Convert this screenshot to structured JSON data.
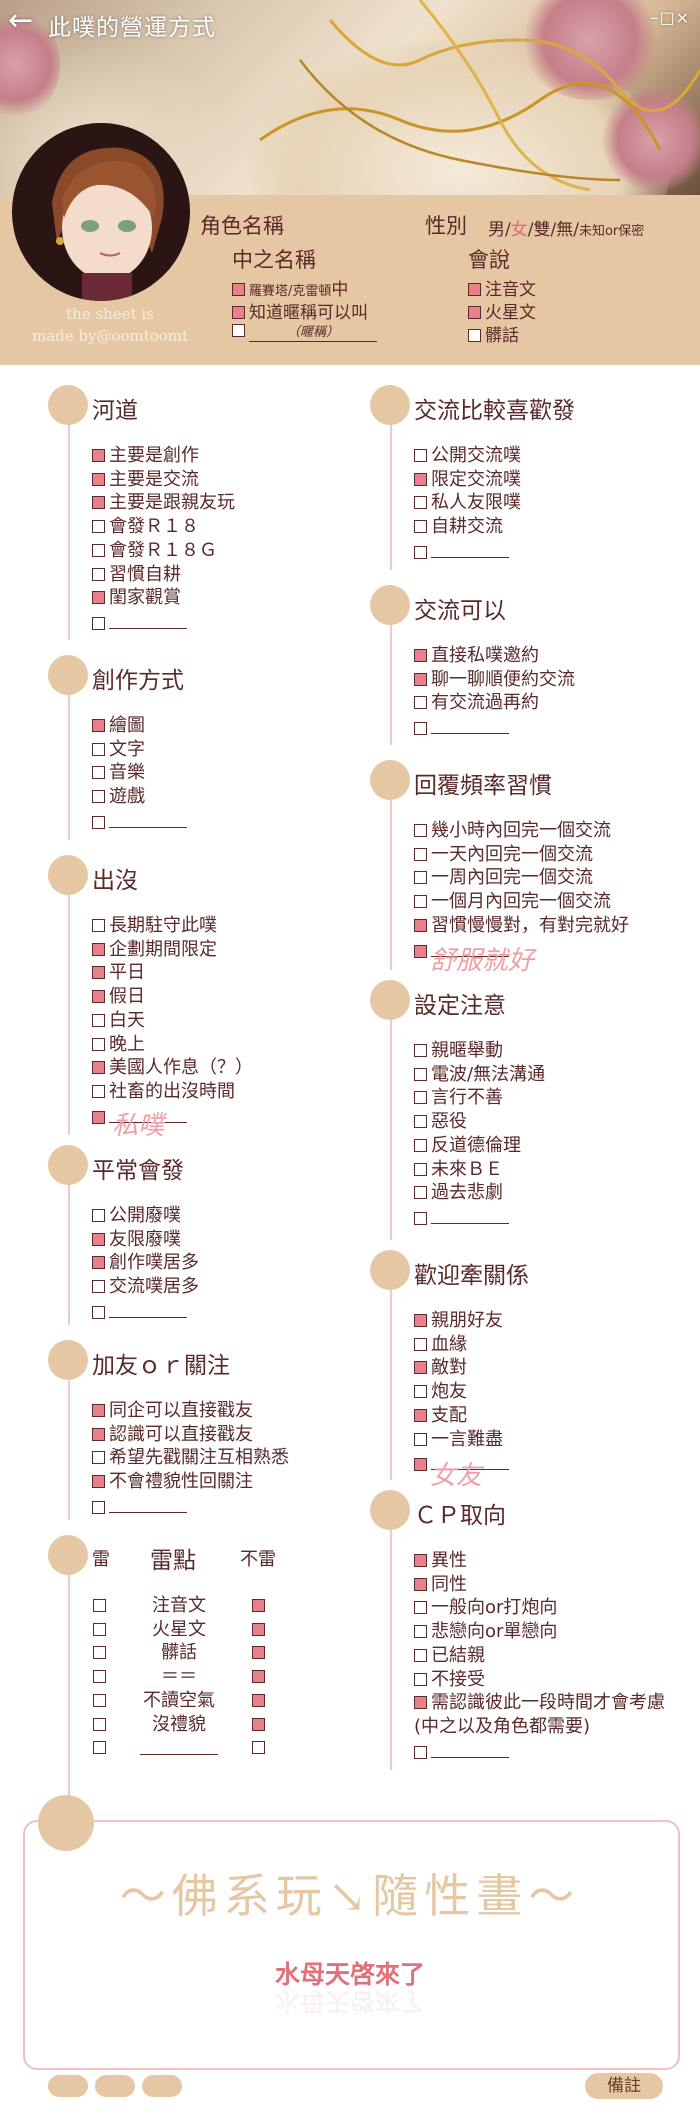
{
  "topbar": {
    "back": "←",
    "title": "此噗的營運方式",
    "controls": "–□×"
  },
  "credit": {
    "line1": "the sheet is",
    "line2": "made by@oomtoomt"
  },
  "profile": {
    "role_name_label": "角色名稱",
    "gender_label": "性別",
    "gender_options": [
      {
        "text": "男",
        "selected": false
      },
      {
        "text": "女",
        "selected": true
      },
      {
        "text": "雙",
        "selected": false
      },
      {
        "text": "無",
        "selected": false
      },
      {
        "text": "未知or保密",
        "selected": false
      }
    ],
    "gender_sep": "/",
    "handle_label": "中之名稱",
    "handle_options": [
      {
        "text": "羅賽塔/克雷頓",
        "extra": "中",
        "checked": true
      },
      {
        "text": "知道暱稱可以叫",
        "extra": "",
        "checked": true
      },
      {
        "text": "（暱稱）",
        "extra": "",
        "checked": false
      }
    ],
    "speak_label": "會說",
    "speak_options": [
      {
        "text": "注音文",
        "checked": true
      },
      {
        "text": "火星文",
        "checked": true
      },
      {
        "text": "髒話",
        "checked": false
      }
    ]
  },
  "sections": {
    "hedao": {
      "title": "河道",
      "options": [
        {
          "text": "主要是創作",
          "checked": true
        },
        {
          "text": "主要是交流",
          "checked": true
        },
        {
          "text": "主要是跟親友玩",
          "checked": true
        },
        {
          "text": "會發Ｒ１８",
          "checked": false
        },
        {
          "text": "會發Ｒ１８Ｇ",
          "checked": false
        },
        {
          "text": "習慣自耕",
          "checked": false
        },
        {
          "text": "閨家觀賞",
          "checked": true
        },
        {
          "text": "",
          "checked": false
        }
      ]
    },
    "creation": {
      "title": "創作方式",
      "options": [
        {
          "text": "繪圖",
          "checked": true
        },
        {
          "text": "文字",
          "checked": false
        },
        {
          "text": "音樂",
          "checked": false
        },
        {
          "text": "遊戲",
          "checked": false
        },
        {
          "text": "",
          "checked": false
        }
      ]
    },
    "presence": {
      "title": "出沒",
      "options": [
        {
          "text": "長期駐守此噗",
          "checked": false
        },
        {
          "text": "企劃期間限定",
          "checked": true
        },
        {
          "text": "平日",
          "checked": true
        },
        {
          "text": "假日",
          "checked": true
        },
        {
          "text": "白天",
          "checked": false
        },
        {
          "text": "晚上",
          "checked": false
        },
        {
          "text": "美國人作息（？）",
          "checked": true
        },
        {
          "text": "社畜的出沒時間",
          "checked": false
        },
        {
          "text": "",
          "checked": true
        }
      ],
      "handwritten": "私噗"
    },
    "usual": {
      "title": "平常會發",
      "options": [
        {
          "text": "公開廢噗",
          "checked": false
        },
        {
          "text": "友限廢噗",
          "checked": true
        },
        {
          "text": "創作噗居多",
          "checked": true
        },
        {
          "text": "交流噗居多",
          "checked": false
        },
        {
          "text": "",
          "checked": false
        }
      ]
    },
    "follow": {
      "title": "加友ｏｒ關注",
      "options": [
        {
          "text": "同企可以直接戳友",
          "checked": true
        },
        {
          "text": "認識可以直接戳友",
          "checked": true
        },
        {
          "text": "希望先戳關注互相熟悉",
          "checked": false
        },
        {
          "text": "不會禮貌性回關注",
          "checked": true
        },
        {
          "text": "",
          "checked": false
        }
      ]
    },
    "mines": {
      "col_left": "雷",
      "col_mid": "雷點",
      "col_right": "不雷",
      "rows": [
        {
          "text": "注音文",
          "left": false,
          "right": true
        },
        {
          "text": "火星文",
          "left": false,
          "right": true
        },
        {
          "text": "髒話",
          "left": false,
          "right": true
        },
        {
          "text": "＝＝",
          "left": false,
          "right": true
        },
        {
          "text": "不讀空氣",
          "left": false,
          "right": true
        },
        {
          "text": "沒禮貌",
          "left": false,
          "right": true
        },
        {
          "text": "",
          "left": false,
          "right": false
        }
      ]
    },
    "interact": {
      "title": "交流比較喜歡發",
      "options": [
        {
          "text": "公開交流噗",
          "checked": false
        },
        {
          "text": "限定交流噗",
          "checked": true
        },
        {
          "text": "私人友限噗",
          "checked": false
        },
        {
          "text": "自耕交流",
          "checked": false
        },
        {
          "text": "",
          "checked": false
        }
      ]
    },
    "can_interact": {
      "title": "交流可以",
      "options": [
        {
          "text": "直接私噗邀約",
          "checked": true
        },
        {
          "text": "聊一聊順便約交流",
          "checked": true
        },
        {
          "text": "有交流過再約",
          "checked": false
        },
        {
          "text": "",
          "checked": false
        }
      ]
    },
    "reply": {
      "title": "回覆頻率習慣",
      "options": [
        {
          "text": "幾小時內回完一個交流",
          "checked": false
        },
        {
          "text": "一天內回完一個交流",
          "checked": false
        },
        {
          "text": "一周內回完一個交流",
          "checked": false
        },
        {
          "text": "一個月內回完一個交流",
          "checked": false
        },
        {
          "text": "習慣慢慢對，有對完就好",
          "checked": true
        },
        {
          "text": "",
          "checked": true
        }
      ],
      "handwritten": "舒服就好"
    },
    "setting": {
      "title": "設定注意",
      "options": [
        {
          "text": "親暱舉動",
          "checked": false
        },
        {
          "text": "電波/無法溝通",
          "checked": false
        },
        {
          "text": "言行不善",
          "checked": false
        },
        {
          "text": "惡役",
          "checked": false
        },
        {
          "text": "反道德倫理",
          "checked": false
        },
        {
          "text": "未來ＢＥ",
          "checked": false
        },
        {
          "text": "過去悲劇",
          "checked": false
        },
        {
          "text": "",
          "checked": false
        }
      ]
    },
    "relation": {
      "title": "歡迎牽關係",
      "options": [
        {
          "text": "親朋好友",
          "checked": true
        },
        {
          "text": "血緣",
          "checked": false
        },
        {
          "text": "敵對",
          "checked": true
        },
        {
          "text": "炮友",
          "checked": false
        },
        {
          "text": "支配",
          "checked": true
        },
        {
          "text": "一言難盡",
          "checked": false
        },
        {
          "text": "",
          "checked": true
        }
      ],
      "handwritten": "女友"
    },
    "cp": {
      "title": "ＣＰ取向",
      "options": [
        {
          "text": "異性",
          "checked": true
        },
        {
          "text": "同性",
          "checked": true
        },
        {
          "text": "一般向or打炮向",
          "checked": false
        },
        {
          "text": "悲戀向or單戀向",
          "checked": false
        },
        {
          "text": "已結親",
          "checked": false
        },
        {
          "text": "不接受",
          "checked": false
        },
        {
          "text": "需認識彼此一段時間才會考慮",
          "checked": true
        },
        {
          "text": "(中之以及角色都需要)",
          "checked": null
        },
        {
          "text": "",
          "checked": false
        }
      ]
    }
  },
  "note": {
    "main": "～佛系玩↘隨性畫～",
    "sub": "水母天啓來了"
  },
  "memo_button": "備註",
  "colors": {
    "tan": "#e6c7a3",
    "pink_check": "#e8818a",
    "text": "#5a2a2a",
    "accent": "#e06a78"
  }
}
